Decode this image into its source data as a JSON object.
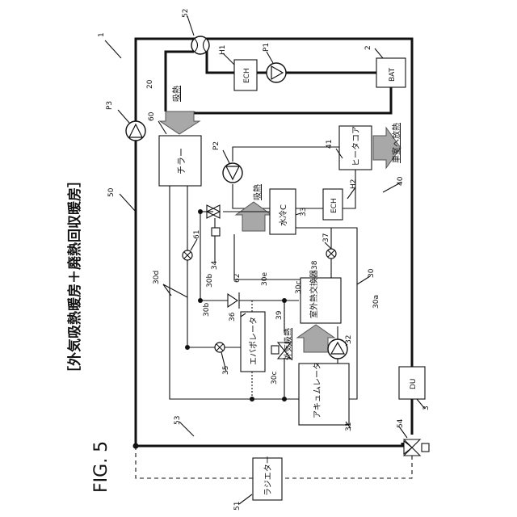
{
  "figure": {
    "label": "FIG. 5",
    "title": "［外気吸熱暖房＋廃熱回収暖房］"
  },
  "references": {
    "r1": "1",
    "r2": "2",
    "r3": "3",
    "r20": "20",
    "r30": "30",
    "r30a": "30a",
    "r30b1": "30b",
    "r30b2": "30b",
    "r30c1": "30c",
    "r30c2": "30c",
    "r30d": "30d",
    "r30e": "30e",
    "r31": "31",
    "r32": "32",
    "r33": "33",
    "r34": "34",
    "r35": "35",
    "r36": "36",
    "r37": "37",
    "r38": "38",
    "r39": "39",
    "r40": "40",
    "r41": "41",
    "r50": "50",
    "r51": "51",
    "r52": "52",
    "r53": "53",
    "r54": "54",
    "r60": "60",
    "r61": "61",
    "r62": "62",
    "p1": "P1",
    "p2": "P2",
    "p3": "P3",
    "h1": "H1",
    "h2": "H2"
  },
  "components": {
    "bat": "BAT",
    "ech_top": "ECH",
    "ech_mid": "ECH",
    "chiller": "チラー",
    "heater_core": "ヒータコア",
    "water_cooled_c": "水冷C",
    "outdoor_hx": "室外熱交換器",
    "evaporator": "エバポレータ",
    "accumulator": "アキュムレータ",
    "du": "DU",
    "radiator": "ラジエター"
  },
  "flows": {
    "absorb_top": "吸熱",
    "absorb_mid": "吸熱",
    "outside_absorb": "外気吸熱",
    "to_cabin": "車室へ放熱"
  }
}
